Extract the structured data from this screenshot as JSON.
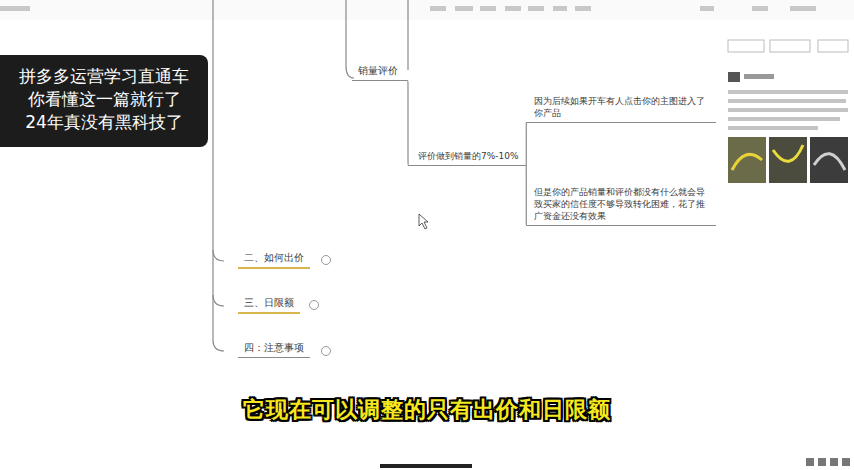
{
  "diagram": {
    "nodes": [
      {
        "text": [
          "拼多多运营学习直通车 你看懂这一篇就行了 24年真没有黑科技了"
        ]
      },
      {
        "text": [
          "销量评价"
        ]
      },
      {
        "text": [
          "评价做到销量的7%-10%"
        ]
      },
      {
        "text": [
          "因为后续如果开车有人点击你的主图进入了你产品"
        ]
      },
      {
        "text": [
          "但是你的产品销量和评价都没有什么就会导致买家的信任度不够导致转化困难，花了推广资金还没有效果"
        ]
      },
      {
        "text": [
          "二、如何出价"
        ]
      },
      {
        "text": [
          "三、日限额"
        ]
      },
      {
        "text": [
          "四：注意事项"
        ]
      }
    ],
    "edges": [
      {
        "from": 1,
        "to": 2,
        "arrow": "none"
      },
      {
        "from": 2,
        "to": 3,
        "arrow": "none"
      },
      {
        "from": 2,
        "to": 4,
        "arrow": "none"
      }
    ],
    "labels": [
      "它现在可以调整的只有出价和日限额"
    ]
  }
}
